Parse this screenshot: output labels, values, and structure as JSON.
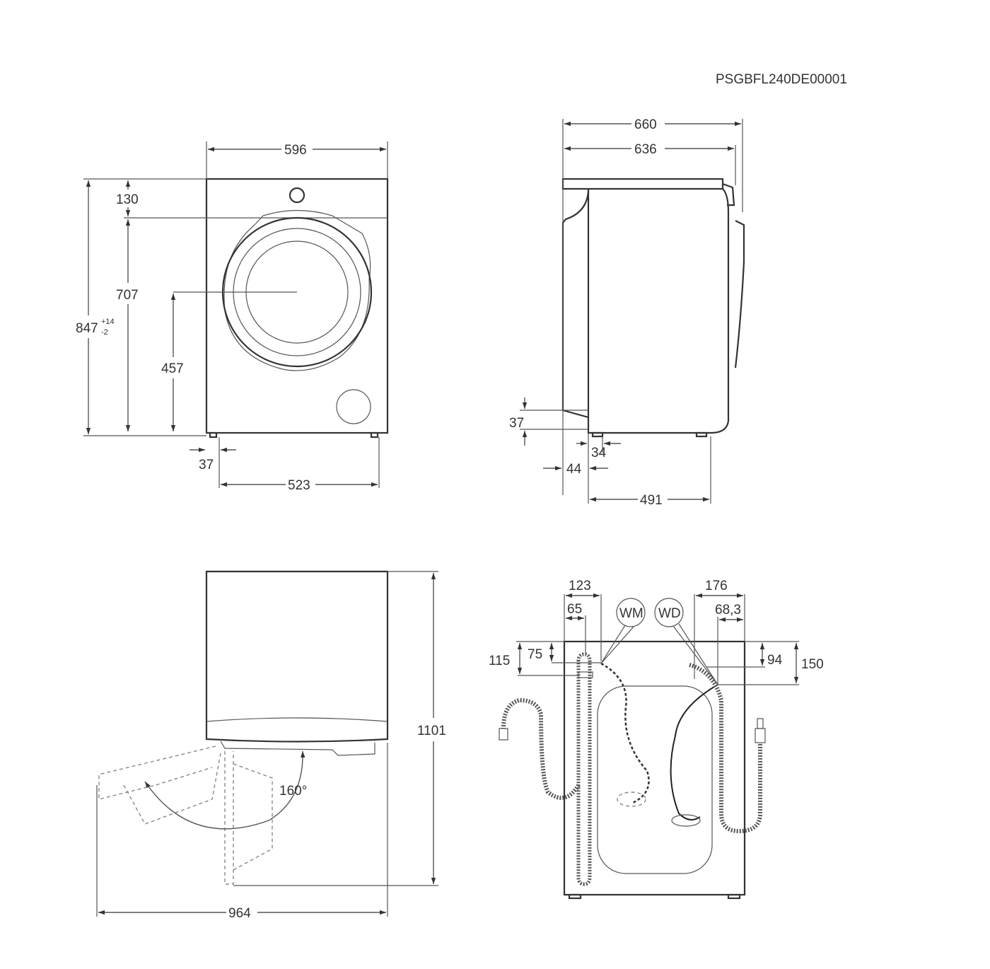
{
  "product_code": "PSGBFL240DE00001",
  "front_view": {
    "width": "596",
    "top_panel_height": "130",
    "body_height": "707",
    "total_height": "847",
    "total_height_tol_plus": "+14",
    "total_height_tol_minus": "-2",
    "door_center_height": "457",
    "foot_offset": "37",
    "feet_spacing": "523"
  },
  "side_view": {
    "depth_total": "660",
    "depth_body": "636",
    "hose_height": "37",
    "foot_offset": "34",
    "rear_offset": "44",
    "feet_depth": "491"
  },
  "top_view": {
    "total_depth_door_open": "1101",
    "door_angle": "160°",
    "total_width_door_open": "964"
  },
  "back_view": {
    "wm_offset_outer": "123",
    "wm_offset_inner": "65",
    "wm_label": "WM",
    "wd_label": "WD",
    "wd_offset_outer": "176",
    "wd_offset_inner": "68,3",
    "left_height_outer": "115",
    "left_height_inner": "75",
    "right_height_inner": "94",
    "right_height_outer": "150"
  }
}
